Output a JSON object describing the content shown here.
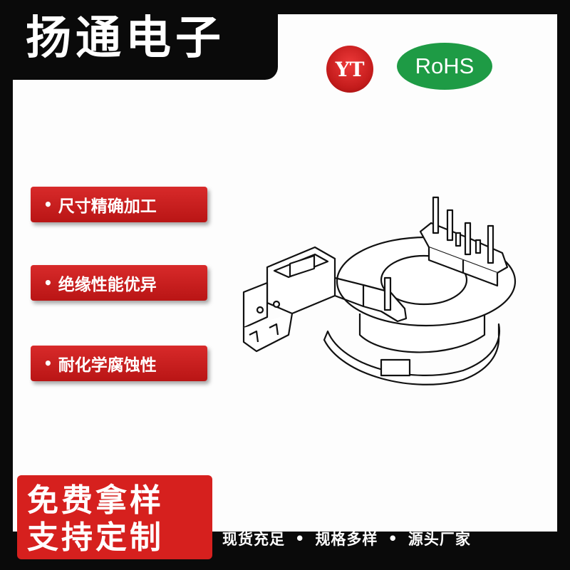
{
  "header": {
    "brand": "扬通电子"
  },
  "logos": {
    "yt_logo": "YT",
    "rohs_badge": "RoHS"
  },
  "features": [
    {
      "bullet": "•",
      "label": "尺寸精确加工"
    },
    {
      "bullet": "•",
      "label": "绝缘性能优异"
    },
    {
      "bullet": "•",
      "label": "耐化学腐蚀性"
    }
  ],
  "promo": {
    "line1": "免费拿样",
    "line2": "支持定制"
  },
  "footer": {
    "items": [
      "现货充足",
      "规格多样",
      "源头厂家"
    ],
    "separator": "•"
  },
  "colors": {
    "background": "#0a0a0a",
    "panel": "#fdfdfd",
    "accent_red": "#d6201e",
    "rohs_green": "#1e9b45"
  },
  "icons": {
    "product": "transformer-bobbin-illustration"
  }
}
